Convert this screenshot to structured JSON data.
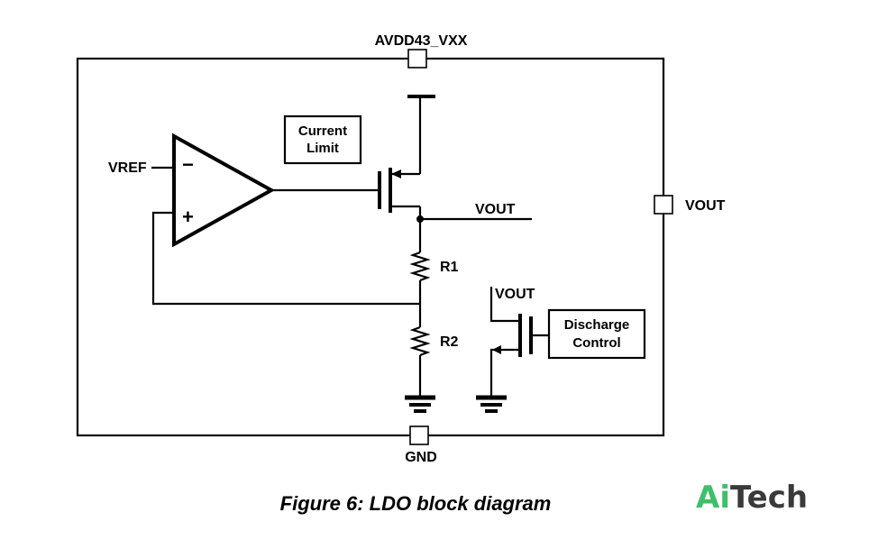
{
  "pins": {
    "top": "AVDD43_VXX",
    "right": "VOUT",
    "bottom": "GND"
  },
  "labels": {
    "vref": "VREF",
    "minus": "−",
    "plus": "+",
    "vout_node": "VOUT",
    "vout_discharge": "VOUT",
    "r1": "R1",
    "r2": "R2"
  },
  "blocks": {
    "current_limit_line1": "Current",
    "current_limit_line2": "Limit",
    "discharge_line1": "Discharge",
    "discharge_line2": "Control"
  },
  "caption": "Figure 6: LDO block diagram",
  "logo": {
    "part1": "Ai",
    "part2": "Tech",
    "color_accent": "#3fbf6a"
  }
}
